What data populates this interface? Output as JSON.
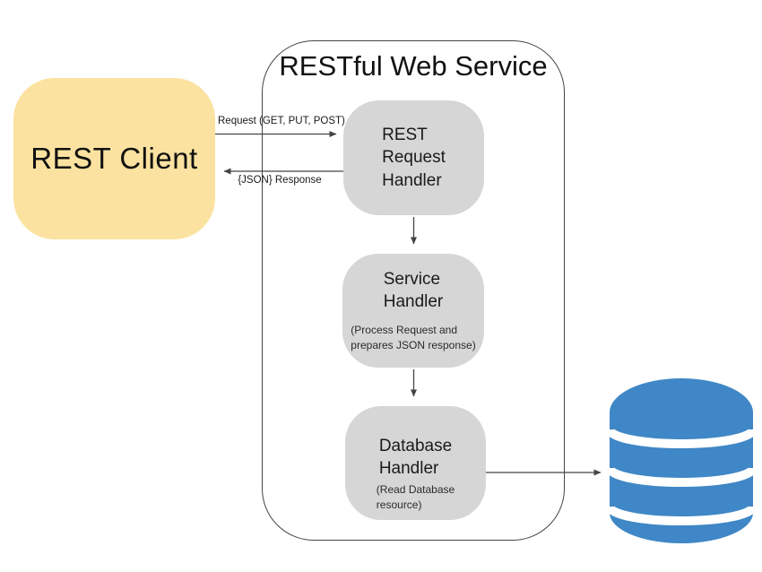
{
  "diagram_title": "RESTful Web Service",
  "client": {
    "label": "REST Client"
  },
  "handlers": {
    "rest_request": {
      "label_lines": [
        "REST",
        "Request",
        "Handler"
      ]
    },
    "service": {
      "label_lines": [
        "Service",
        "Handler"
      ],
      "note_lines": [
        "(Process Request and",
        "prepares JSON response)"
      ]
    },
    "database": {
      "label_lines": [
        "Database",
        "Handler"
      ],
      "note_lines": [
        "(Read Database",
        "resource)"
      ]
    }
  },
  "arrows": {
    "request": {
      "label": "Request (GET, PUT, POST)"
    },
    "response": {
      "label": "{JSON} Response"
    }
  },
  "icons": {
    "database": "database-cylinder"
  },
  "colors": {
    "client_fill": "#fbe2a0",
    "handler_fill": "#d6d6d6",
    "database_blue": "#3f87c6",
    "container_border": "#444444",
    "arrow": "#444444",
    "text": "#111111"
  }
}
